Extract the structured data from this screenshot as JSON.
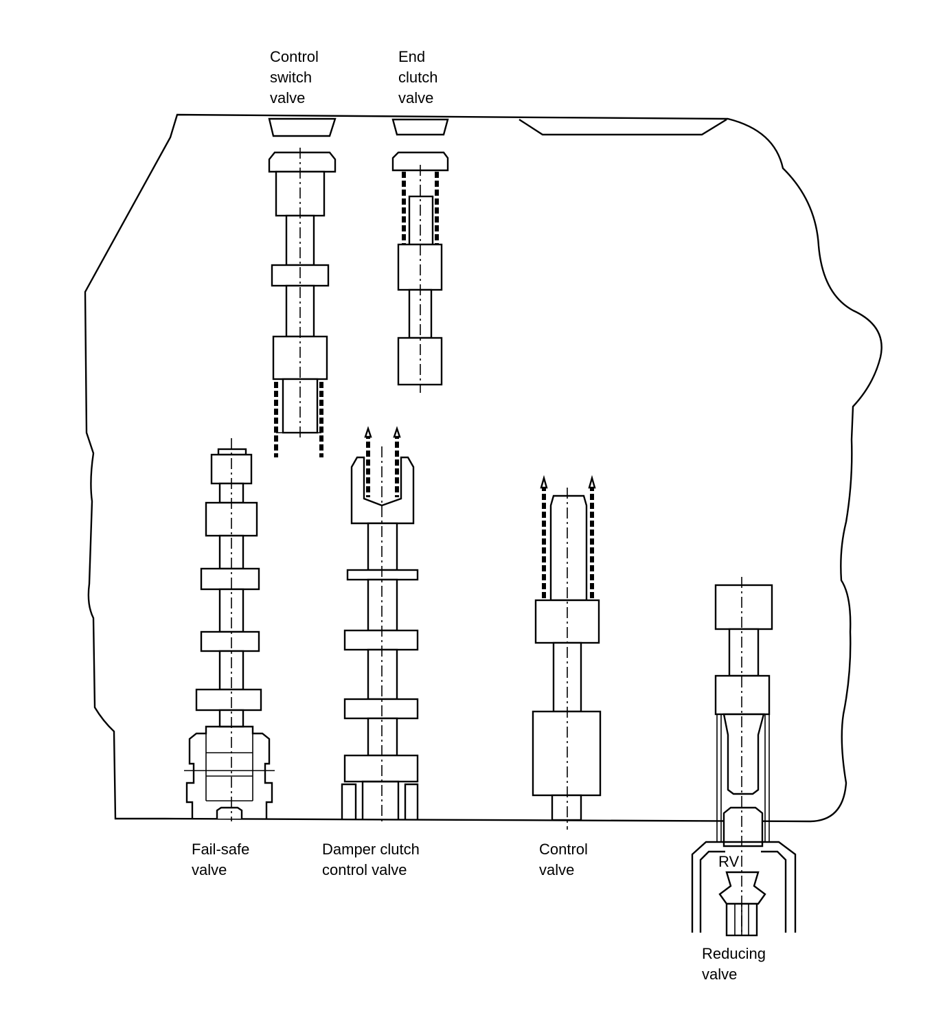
{
  "labels": {
    "control_switch_valve": [
      "Control",
      "switch",
      "valve"
    ],
    "end_clutch_valve": [
      "End",
      "clutch",
      "valve"
    ],
    "fail_safe_valve": [
      "Fail-safe",
      "valve"
    ],
    "damper_clutch_control_valve": [
      "Damper clutch",
      "control valve"
    ],
    "control_valve": [
      "Control",
      "valve"
    ],
    "reducing_valve": [
      "Reducing",
      "valve"
    ],
    "rv_marking": "RV"
  },
  "colors": {
    "line": "#000000",
    "background": "#ffffff"
  }
}
